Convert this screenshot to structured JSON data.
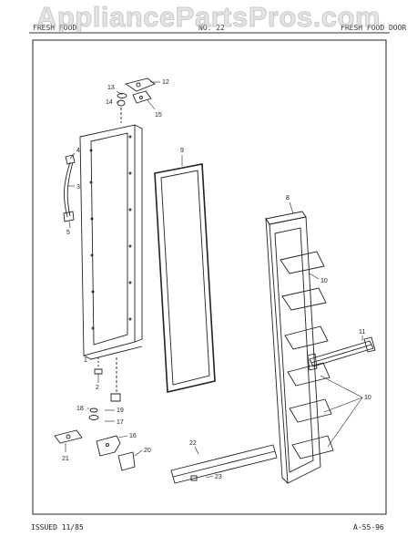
{
  "watermark": "AppliancePartsPros.com",
  "header": {
    "left": "FRESH FOOD",
    "center": "NO. 22",
    "right": "FRESH FOOD DOOR"
  },
  "footer": {
    "issued": "ISSUED 11/85",
    "code": "A-55-96"
  },
  "callouts": {
    "c1": "1",
    "c2": "2",
    "c3": "3",
    "c4": "4",
    "c5": "5",
    "c8": "8",
    "c9": "9",
    "c10a": "10",
    "c10b": "10",
    "c11": "11",
    "c12": "12",
    "c13": "13",
    "c14": "14",
    "c15": "15",
    "c16": "16",
    "c17": "17",
    "c18": "18",
    "c19": "19",
    "c20": "20",
    "c21": "21",
    "c22": "22",
    "c23": "23"
  },
  "colors": {
    "ink": "#222222",
    "paper": "#ffffff",
    "watermark": "#cdcdcd"
  }
}
